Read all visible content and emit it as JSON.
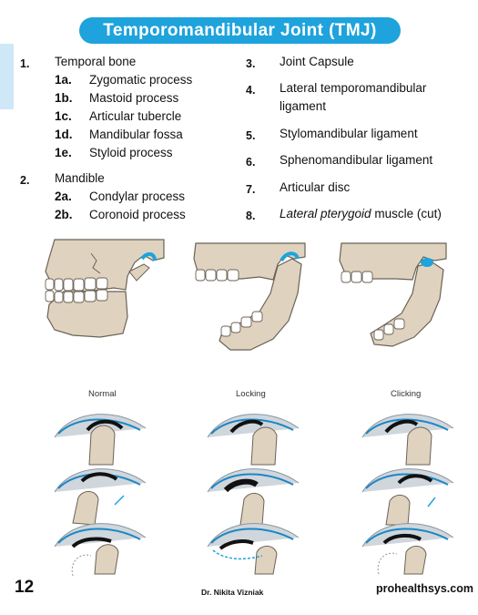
{
  "title": "Temporomandibular Joint (TMJ)",
  "items_left": [
    {
      "num": "1.",
      "label": "Temporal bone",
      "subs": [
        {
          "num": "1a.",
          "label": "Zygomatic process"
        },
        {
          "num": "1b.",
          "label": "Mastoid process"
        },
        {
          "num": "1c.",
          "label": "Articular tubercle"
        },
        {
          "num": "1d.",
          "label": "Mandibular fossa"
        },
        {
          "num": "1e.",
          "label": "Styloid process"
        }
      ]
    },
    {
      "num": "2.",
      "label": "Mandible",
      "subs": [
        {
          "num": "2a.",
          "label": "Condylar process"
        },
        {
          "num": "2b.",
          "label": "Coronoid process"
        }
      ]
    }
  ],
  "items_right": [
    {
      "num": "3.",
      "label": "Joint Capsule"
    },
    {
      "num": "4.",
      "label": "Lateral temporomandibular",
      "label2": "ligament"
    },
    {
      "num": "5.",
      "label": "Stylomandibular ligament"
    },
    {
      "num": "6.",
      "label": "Sphenomandibular ligament"
    },
    {
      "num": "7.",
      "label": "Articular disc"
    },
    {
      "num": "8.",
      "label_italic": "Lateral pterygoid",
      "label_rest": " muscle (cut)"
    }
  ],
  "diagram_labels": {
    "normal": "Normal",
    "locking": "Locking",
    "clicking": "Clicking"
  },
  "footer": {
    "page": "12",
    "author": "Dr. Nikita Vizniak",
    "site": "prohealthsys.com"
  },
  "colors": {
    "accent": "#1ea3dc",
    "bone": "#dfd3bf",
    "disc": "#111111",
    "outline": "#1b86c4"
  }
}
